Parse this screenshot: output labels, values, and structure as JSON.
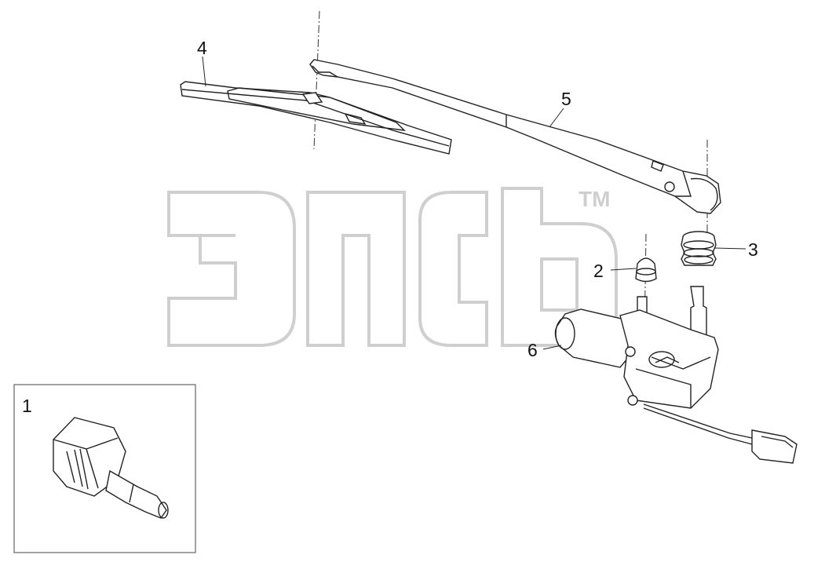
{
  "diagram": {
    "callouts": [
      {
        "id": "1",
        "label": "1"
      },
      {
        "id": "2",
        "label": "2"
      },
      {
        "id": "3",
        "label": "3"
      },
      {
        "id": "4",
        "label": "4"
      },
      {
        "id": "5",
        "label": "5"
      },
      {
        "id": "6",
        "label": "6"
      }
    ],
    "watermark": {
      "text": "ЭПСБ",
      "trademark": "TM"
    },
    "colors": {
      "line": "#222222",
      "watermark": "#cfcfcf",
      "background": "#ffffff"
    }
  }
}
